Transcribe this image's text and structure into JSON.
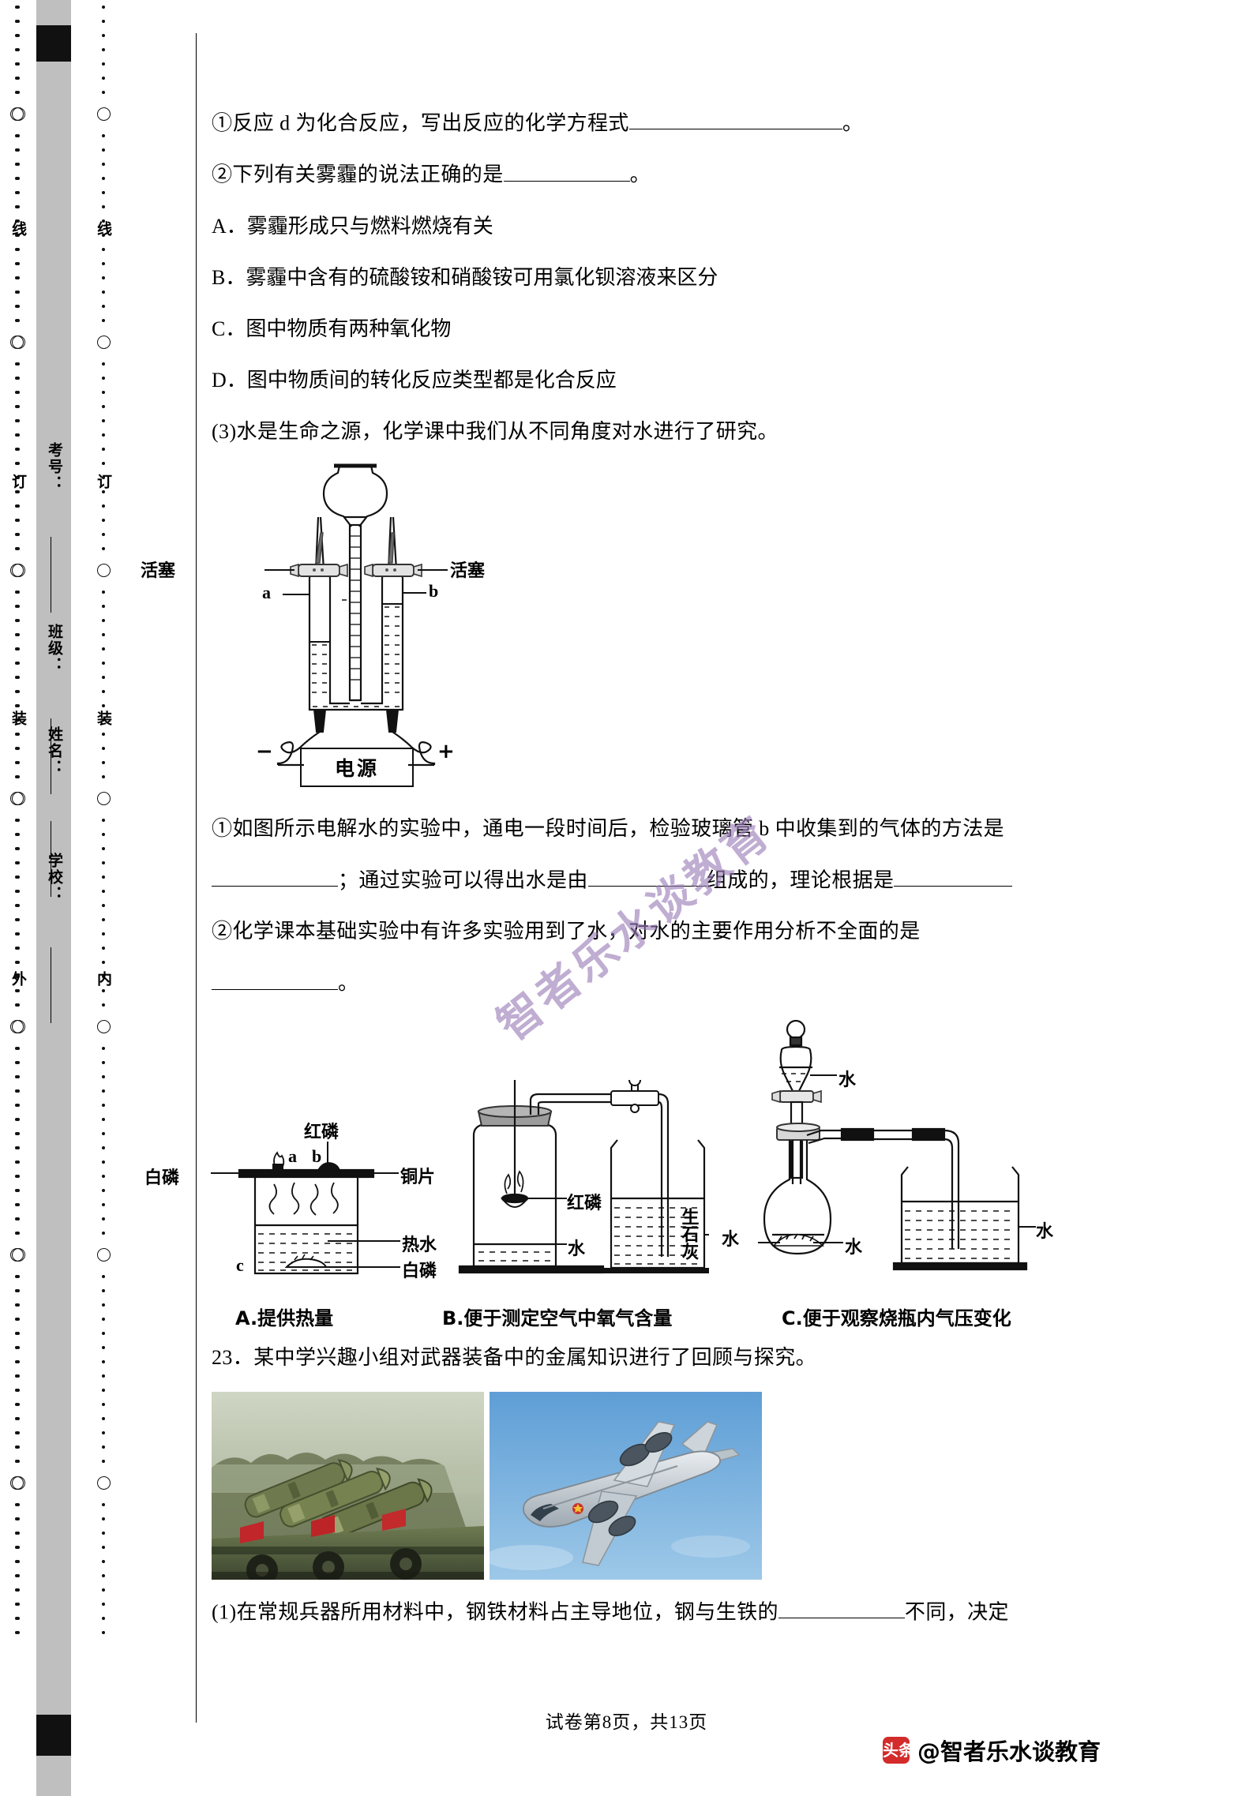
{
  "margins": {
    "outer_label": "外",
    "inner_label": "内",
    "seal_left": [
      "线",
      "订",
      "装"
    ],
    "seal_right": [
      "线",
      "订",
      "装"
    ],
    "fields": [
      {
        "label": "考号："
      },
      {
        "label": "班级："
      },
      {
        "label": "姓名："
      },
      {
        "label": "学校："
      }
    ]
  },
  "questions": {
    "item1": {
      "prefix": "①反应 d 为化合反应，写出反应的化学方程式",
      "suffix": "。"
    },
    "item2": {
      "prefix": "②下列有关雾霾的说法正确的是",
      "suffix": "。"
    },
    "options": [
      {
        "letter": "A．",
        "text": "雾霾形成只与燃料燃烧有关"
      },
      {
        "letter": "B．",
        "text": "雾霾中含有的硫酸铵和硝酸铵可用氯化钡溶液来区分"
      },
      {
        "letter": "C．",
        "text": "图中物质有两种氧化物"
      },
      {
        "letter": "D．",
        "text": "图中物质间的转化反应类型都是化合反应"
      }
    ],
    "item3": "(3)水是生命之源，化学课中我们从不同角度对水进行了研究。",
    "sub1_line1": "①如图所示电解水的实验中，通电一段时间后，检验玻璃管 b 中收集到的气体的方法是",
    "sub1_line2_a": "；通过实验可以得出水是由",
    "sub1_line2_b": "组成的，理论根据是",
    "sub2_line1": "②化学课本基础实验中有许多实验用到了水，对水的主要作用分析不全面的是",
    "sub2_line2_suffix": "。",
    "q23": "23．某中学兴趣小组对武器装备中的金属知识进行了回顾与探究。",
    "q23_1": "(1)在常规兵器所用材料中，钢铁材料占主导地位，钢与生铁的",
    "q23_1_tail": "不同，决定"
  },
  "electrolysis_figure": {
    "piston_left": "活塞",
    "piston_right": "活塞",
    "tube_a": "a",
    "tube_b": "b",
    "minus": "−",
    "plus": "+",
    "power_source": "电源"
  },
  "experiment_figures": {
    "a": {
      "labels": {
        "white_phosphorus_left": "白磷",
        "red_phosphorus_top": "红磷",
        "point_a": "a",
        "point_b": "b",
        "point_c": "c",
        "copper_sheet": "铜片",
        "hot_water": "热水",
        "white_phosphorus_bottom": "白磷"
      },
      "caption": "A.提供热量"
    },
    "b": {
      "labels": {
        "red_phosphorus": "红磷",
        "water": "水"
      },
      "caption": "B.便于测定空气中氧气含量"
    },
    "c": {
      "labels": {
        "water_top": "水",
        "quicklime": "生石灰",
        "water_flask": "水",
        "water_beaker": "水"
      },
      "caption": "C.便于观察烧瓶内气压变化"
    }
  },
  "photos": [
    {
      "name": "missile-launcher-photo"
    },
    {
      "name": "transport-aircraft-photo"
    }
  ],
  "watermark": {
    "text": "智者乐水谈教育"
  },
  "footer": {
    "page_text": "试卷第8页，共13页",
    "brand_badge": "头条",
    "brand_text": "@智者乐水谈教育"
  },
  "colors": {
    "watermark": "#9b7cb8",
    "band_grey": "#bfbfbf",
    "brand_red": "#d42b2b"
  }
}
